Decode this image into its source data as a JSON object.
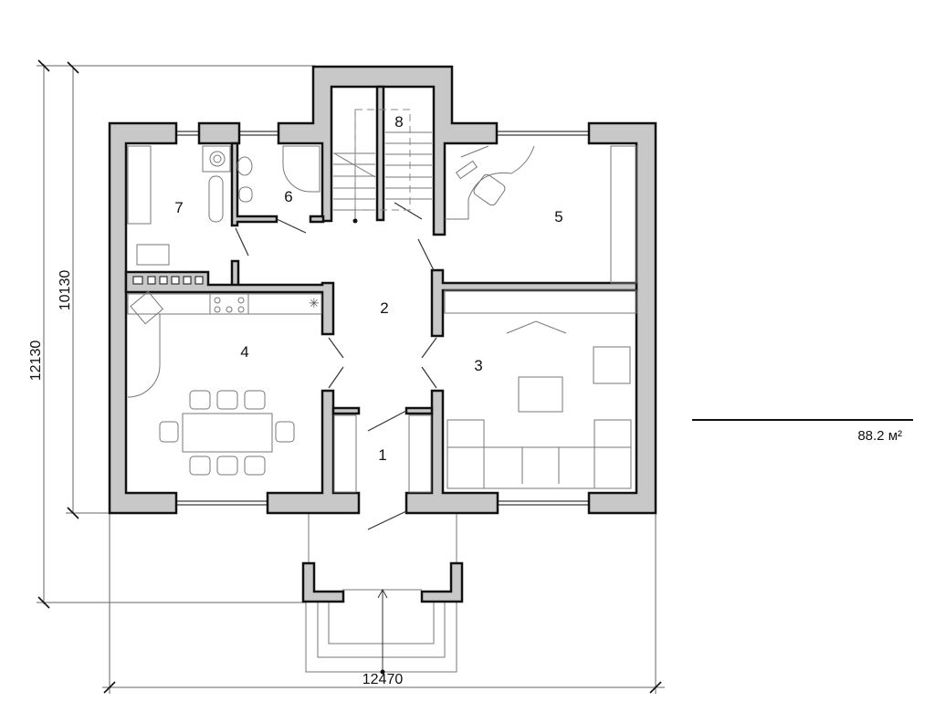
{
  "plan": {
    "rooms": [
      {
        "number": "1"
      },
      {
        "number": "2"
      },
      {
        "number": "3"
      },
      {
        "number": "4"
      },
      {
        "number": "5"
      },
      {
        "number": "6"
      },
      {
        "number": "7"
      },
      {
        "number": "8"
      }
    ],
    "dimensions": {
      "overall_height": "12130",
      "house_height": "10130",
      "overall_width": "12470"
    },
    "area": "88.2 м²",
    "colors": {
      "wall_fill": "#c8c8c8",
      "wall_outline": "#111111"
    }
  }
}
